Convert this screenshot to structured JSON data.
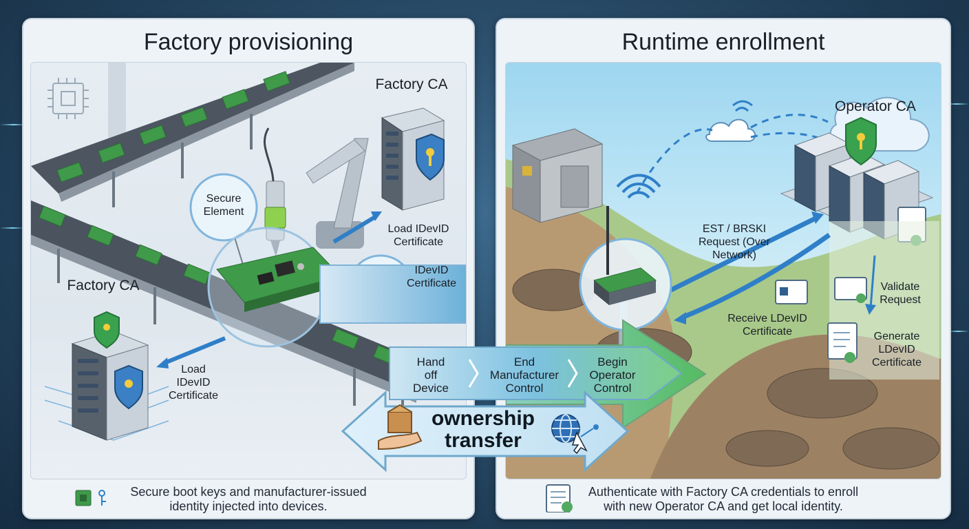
{
  "left_panel": {
    "title": "Factory provisioning",
    "factory_ca_top": "Factory CA",
    "factory_ca_bottom": "Factory CA",
    "secure_element": [
      "Secure",
      "Element"
    ],
    "load_idevid_top": [
      "Load IDevID",
      "Certificate"
    ],
    "load_idevid_bottom": [
      "Load",
      "IDevID",
      "Certificate"
    ],
    "idevid_cert": [
      "IDevID",
      "Certificate"
    ],
    "footer": [
      "Secure boot keys and manufacturer-issued",
      "identity injected into devices."
    ]
  },
  "right_panel": {
    "title": "Runtime enrollment",
    "operator_ca": "Operator CA",
    "est_request": [
      "EST / BRSKI",
      "Request (Over",
      "Network)"
    ],
    "receive_ldevid": [
      "Receive LDevID",
      "Certificate"
    ],
    "validate_request": [
      "Validate",
      "Request"
    ],
    "generate_ldevid": [
      "Generate",
      "LDevID",
      "Certificate"
    ],
    "footer": [
      "Authenticate with Factory CA credentials to enroll",
      "with new Operator CA and get local identity."
    ]
  },
  "transfer": {
    "steps": [
      [
        "Hand",
        "off",
        "Device"
      ],
      [
        "End",
        "Manufacturer",
        "Control"
      ],
      [
        "Begin",
        "Operator",
        "Control"
      ]
    ],
    "ownership": [
      "ownership",
      "transfer"
    ]
  },
  "colors": {
    "accent_blue": "#2f7fc8",
    "chip_green": "#3f9a4a",
    "shield_green": "#3aa14e",
    "arrow_green": "#5fbf6a"
  }
}
